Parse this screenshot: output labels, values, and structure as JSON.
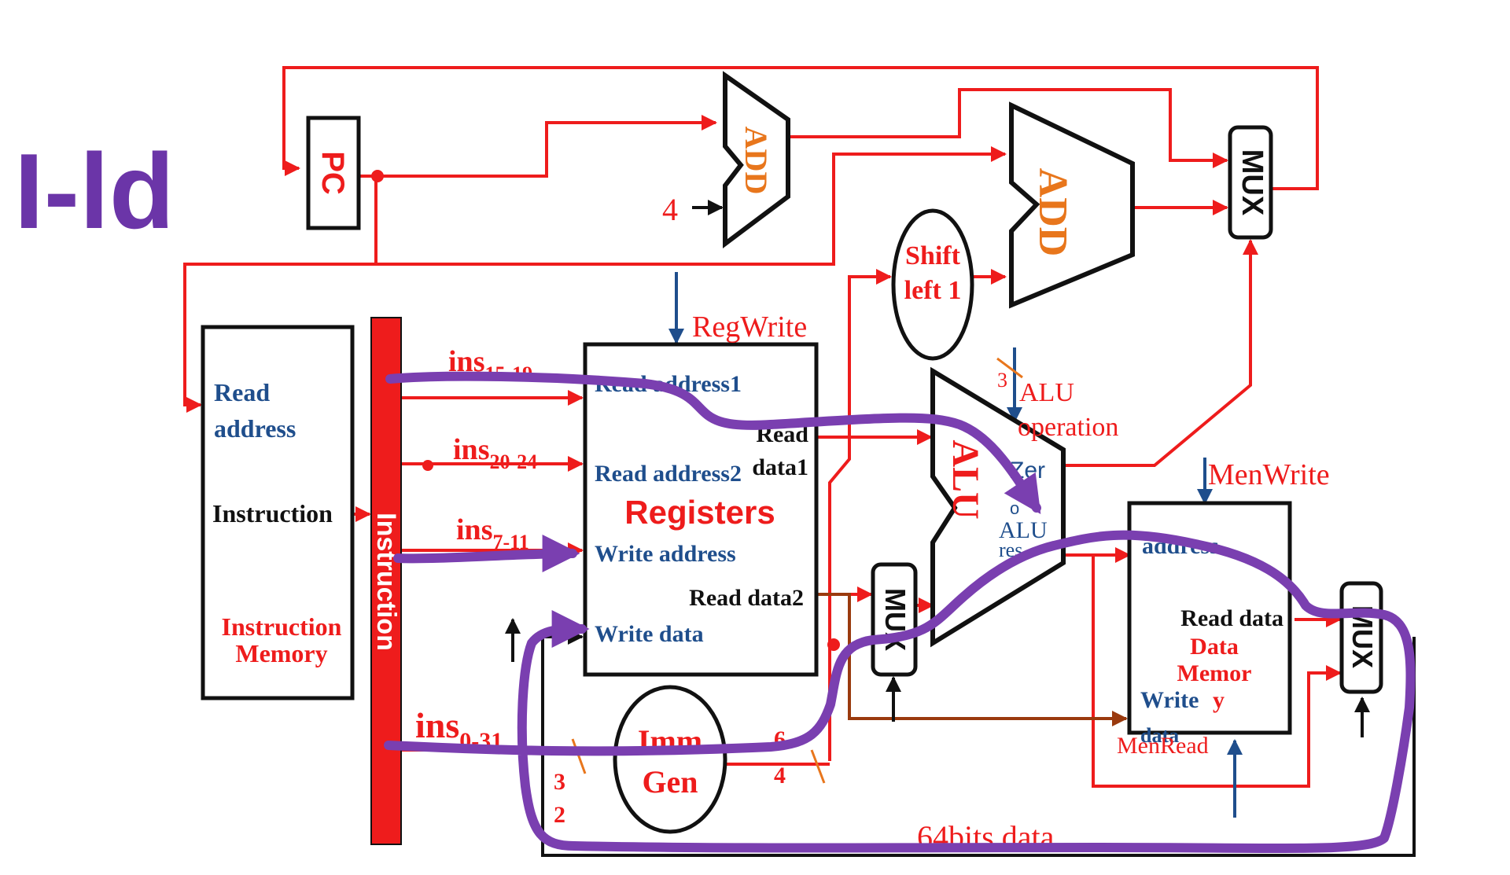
{
  "slide_title": "I-ld",
  "colors": {
    "wire_red": "#ee1c1c",
    "control_blue": "#1f4e8c",
    "brown": "#9a3a0e",
    "purple": "#7a3fb0",
    "title_purple": "#6b35a8",
    "orange": "#e8761c",
    "black": "#111111"
  },
  "blocks": {
    "pc": "PC",
    "add_pc": "ADD",
    "add_branch": "ADD",
    "mux_pc": "MUX",
    "mux_alu": "MUX",
    "mux_wb": "MUX",
    "const_4": "4",
    "shift_left": [
      "Shift",
      "left 1"
    ],
    "instruction_bus": "Instruction",
    "alu": "ALU",
    "imm_gen": [
      "Imm",
      "Gen"
    ]
  },
  "instruction_memory": {
    "read_address": [
      "Read",
      "address"
    ],
    "instruction": "Instruction",
    "name": [
      "Instruction",
      "Memory"
    ]
  },
  "registers": {
    "title": "Registers",
    "read_address1": "Read address1",
    "read_address2": "Read address2",
    "write_address": "Write address",
    "write_data": "Write data",
    "read_data1": [
      "Read",
      "data1"
    ],
    "read_data2": "Read data2"
  },
  "fields": {
    "ins_15_19": {
      "base": "ins",
      "sub": "15-19"
    },
    "ins_20_24": {
      "base": "ins",
      "sub": "20-24"
    },
    "ins_7_11": {
      "base": "ins",
      "sub": "7-11"
    },
    "ins_0_31": {
      "base": "ins",
      "sub": "0-31"
    }
  },
  "bus_widths": {
    "imm_in": [
      "3",
      "2"
    ],
    "imm_out": [
      "6",
      "4"
    ],
    "alu_op": "3"
  },
  "control": {
    "reg_write": "RegWrite",
    "alu_operation": [
      "ALU",
      "operation"
    ],
    "mem_write": "MenWrite",
    "mem_read": "MenRead"
  },
  "alu_outputs": {
    "zero": "Zer",
    "zero_2": "o",
    "result": [
      "ALU",
      "res"
    ]
  },
  "data_memory": {
    "address": "address",
    "read_data": "Read data",
    "name": [
      "Data",
      "Memor",
      "y"
    ],
    "write_data": [
      "Write",
      "data"
    ]
  },
  "bottom_label": "64bits data"
}
